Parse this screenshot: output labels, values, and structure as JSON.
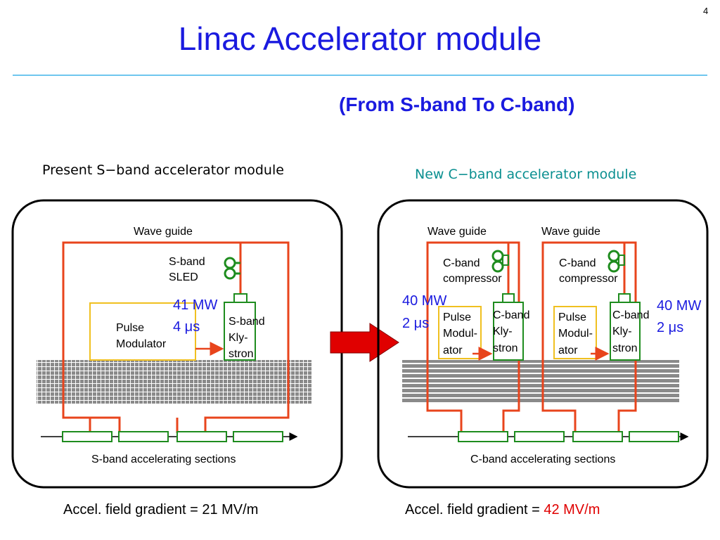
{
  "page_number": "4",
  "title": "Linac Accelerator module",
  "subtitle": "(From S-band To C-band)",
  "left_module": {
    "heading": "Present S−band accelerator module",
    "waveguide_label": "Wave guide",
    "sled_label_1": "S-band",
    "sled_label_2": "SLED",
    "power": "41 MW",
    "pulse_width": "4 μs",
    "modulator_1": "Pulse",
    "modulator_2": "Modulator",
    "klystron_1": "S-band",
    "klystron_2": "Kly-",
    "klystron_3": "stron",
    "sections_label": "S-band accelerating sections",
    "gradient_label": "Accel. field gradient = ",
    "gradient_value": "21 MV/m"
  },
  "right_module": {
    "heading": "New C−band accelerator module",
    "waveguide_label_a": "Wave guide",
    "waveguide_label_b": "Wave guide",
    "compressor_a_1": "C-band",
    "compressor_a_2": "compressor",
    "compressor_b_1": "C-band",
    "compressor_b_2": "compressor",
    "power_a": "40 MW",
    "pulse_width_a": "2 μs",
    "power_b": "40 MW",
    "pulse_width_b": "2 μs",
    "modulator_a_1": "Pulse",
    "modulator_a_2": "Modul-",
    "modulator_a_3": "ator",
    "modulator_b_1": "Pulse",
    "modulator_b_2": "Modul-",
    "modulator_b_3": "ator",
    "klystron_a_1": "C-band",
    "klystron_a_2": "Kly-",
    "klystron_a_3": "stron",
    "klystron_b_1": "C-band",
    "klystron_b_2": "Kly-",
    "klystron_b_3": "stron",
    "sections_label": "C-band accelerating sections",
    "gradient_label": "Accel. field gradient = ",
    "gradient_value": "42 MV/m"
  },
  "colors": {
    "waveguide": "#e8441c",
    "section": "#1e8c1e",
    "modulator": "#f0c020",
    "title": "#1a1adf",
    "arrow": "#e00000"
  }
}
